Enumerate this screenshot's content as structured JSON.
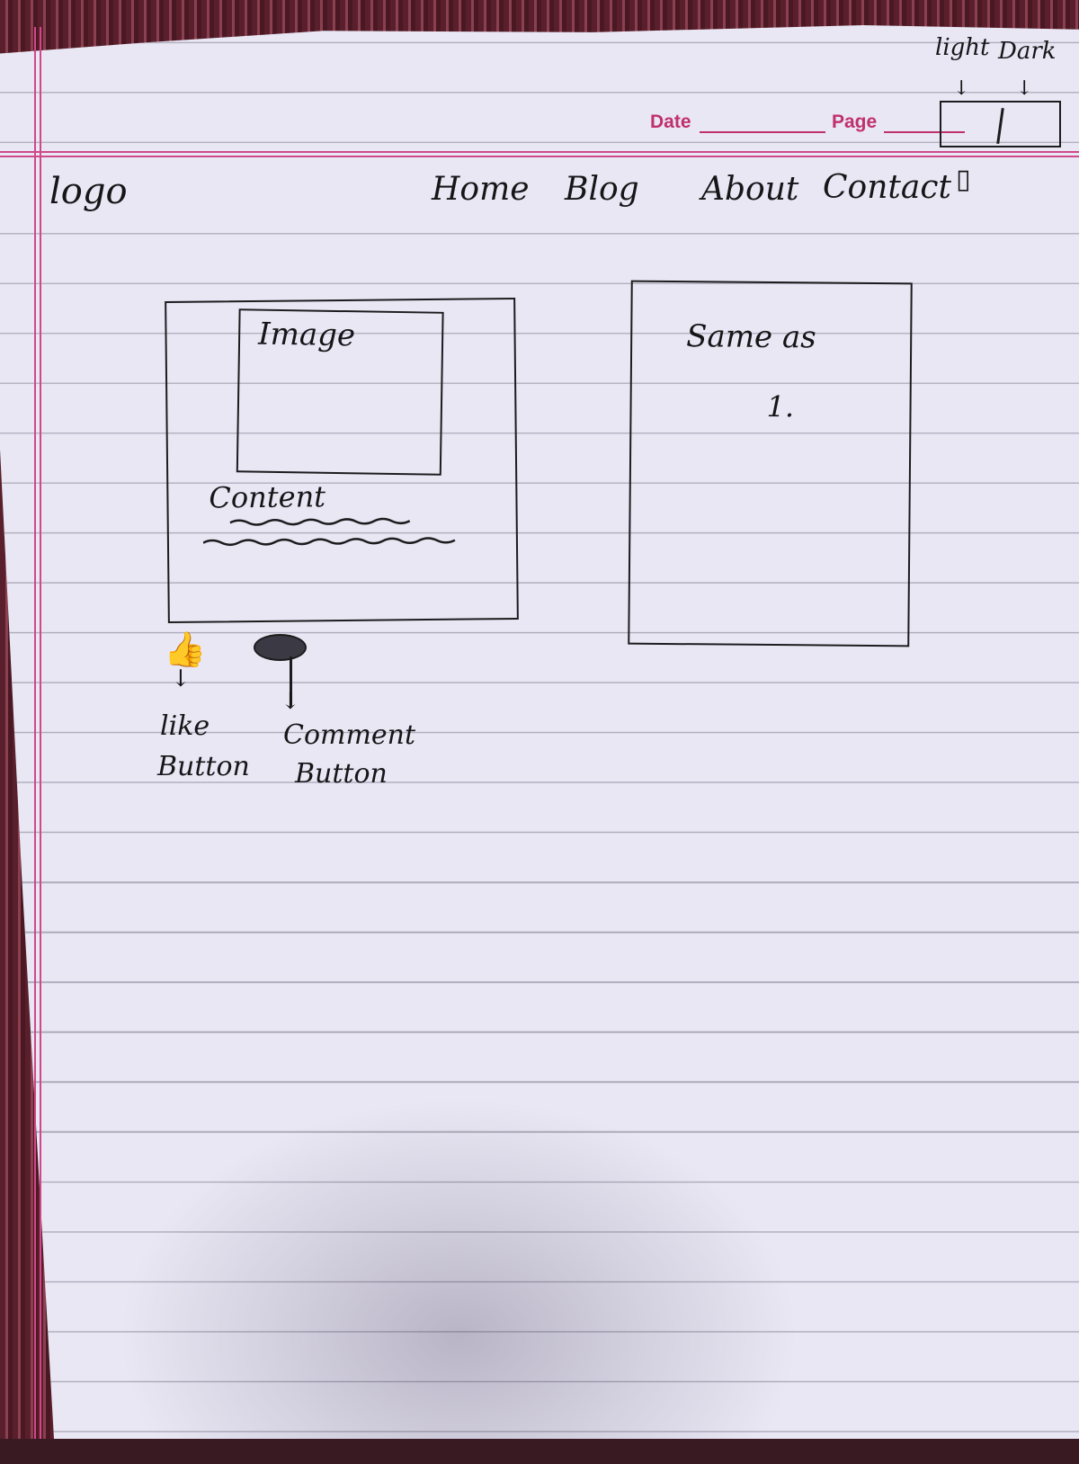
{
  "header": {
    "date_label": "Date",
    "page_label": "Page"
  },
  "toggle": {
    "light_label": "light",
    "dark_label": "Dark"
  },
  "nav": {
    "logo": "logo",
    "items": [
      "Home",
      "Blog",
      "About",
      "Contact"
    ]
  },
  "card1": {
    "image_label": "Image",
    "content_label": "Content",
    "like_label_line1": "like",
    "like_label_line2": "Button",
    "comment_label_line1": "Comment",
    "comment_label_line2": "Button"
  },
  "card2": {
    "text_line1": "Same as",
    "text_line2": "1."
  },
  "icons": {
    "like": "thumbs-up-icon",
    "comment": "comment-bubble-icon"
  }
}
